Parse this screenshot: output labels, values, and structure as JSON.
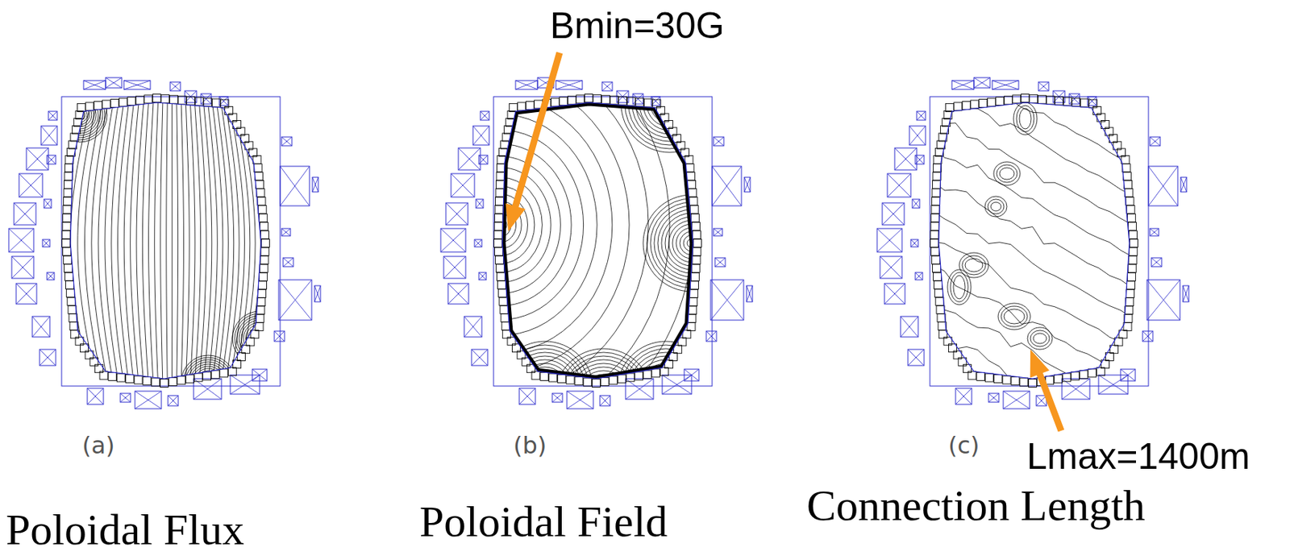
{
  "diagram": {
    "labels": [
      "Bmin=30G",
      "(a)",
      "(b)",
      "(c)",
      "Lmax=1400m",
      "Poloidal Flux",
      "Poloidal Field",
      "Connection Length"
    ]
  }
}
